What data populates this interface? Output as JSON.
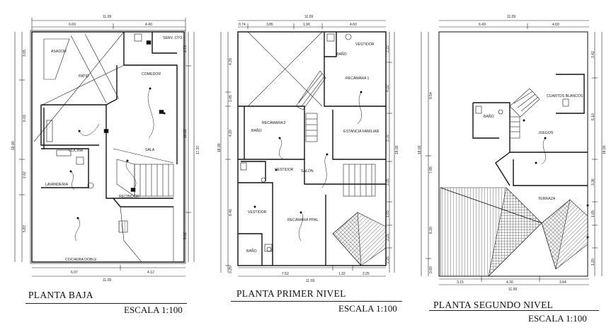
{
  "plans": [
    {
      "id": "planta-baja",
      "title": "PLANTA BAJA",
      "scale": "ESCALA 1:100",
      "top_dims": {
        "overall": "11.09",
        "parts": [
          "6.69",
          "4.40"
        ]
      },
      "bottom_dims": {
        "overall": "11.09",
        "parts": [
          "6.97",
          "4.12"
        ]
      },
      "left_dims": {
        "overall": "18.00",
        "parts": [
          "3.65",
          "6.03",
          "2.62",
          "5.83"
        ]
      },
      "right_dims": {
        "overall": "17.97",
        "parts": [
          "2.73",
          "10.22",
          "5.02"
        ]
      },
      "rooms": [
        "ASADOR",
        "SERV. CTO.",
        "PATIO",
        "COMEDOR",
        "COCINA",
        "SALA",
        "LAVANDERIA",
        "RECIBIDOR",
        "COCHERA DOBLE"
      ]
    },
    {
      "id": "planta-primer-nivel",
      "title": "PLANTA PRIMER NIVEL",
      "scale": "ESCALA 1:100",
      "top_dims": {
        "overall": "11.09",
        "parts": [
          "0.74",
          "3.85",
          "1.90",
          "4.60"
        ]
      },
      "bottom_dims": {
        "overall": "11.09",
        "parts": [
          "7.52",
          "1.32",
          "2.25"
        ]
      },
      "left_dims": {
        "overall": "18.00",
        "parts": [
          "4.29",
          "1.05",
          "4.20",
          "8.46",
          "0.25"
        ]
      },
      "right_dims": {
        "overall": "18.00",
        "parts": [
          "2.22",
          "4.02",
          "3.76",
          "3.05",
          "1.65",
          "2.25",
          "2.25"
        ]
      },
      "rooms": [
        "VESTIDOR",
        "BAÑO",
        "RECÁMARA 1",
        "RECÁMARA 2",
        "BAÑO",
        "ESTANCIA FAMILIAR",
        "VESTIDOR",
        "SALÓN",
        "VESTIDOR",
        "RECÁMARA PPAL.",
        "BAÑO"
      ]
    },
    {
      "id": "planta-segundo-nivel",
      "title": "PLANTA SEGUNDO NIVEL",
      "scale": "ESCALA 1:100",
      "top_dims": {
        "overall": "11.09",
        "parts": [
          "6.49",
          "4.60"
        ]
      },
      "bottom_dims": {
        "overall": "11.09",
        "parts": [
          "3.15",
          "4.30",
          "3.64"
        ]
      },
      "left_dims": {
        "overall": "18.00",
        "parts": [
          "9.54",
          "7.85",
          "6.20",
          "0.60"
        ]
      },
      "right_dims": {
        "overall": "18.00",
        "parts": [
          "3.42",
          "6.10",
          "3.36",
          "1.65",
          "1.20"
        ]
      },
      "rooms": [
        "BAÑO",
        "CUARTOS BLANCOS",
        "JUEGOS",
        "TERRAZA"
      ]
    }
  ]
}
